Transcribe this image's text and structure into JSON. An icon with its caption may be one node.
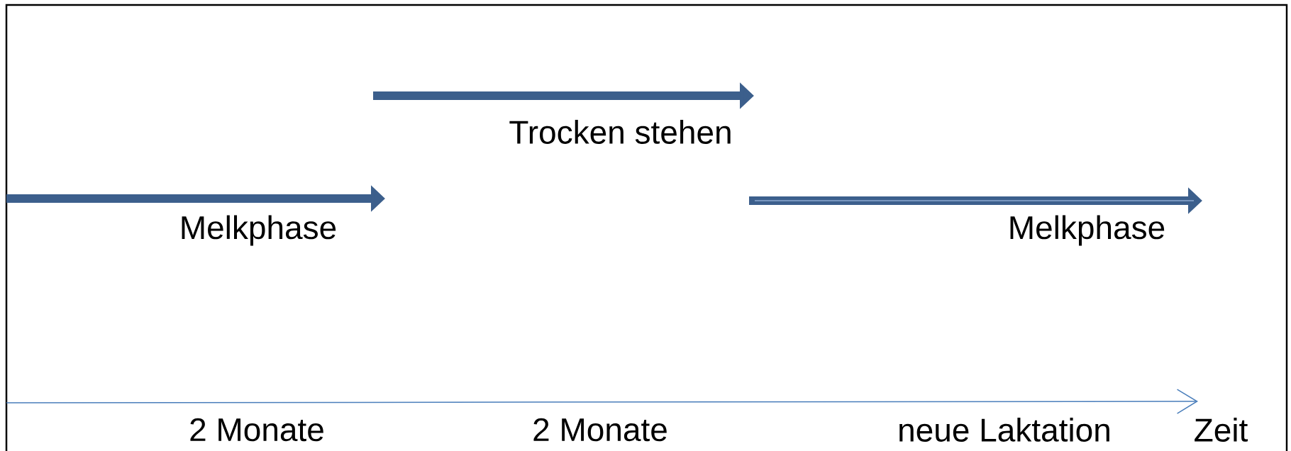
{
  "diagram": {
    "labels": [
      "Trocken stehen",
      "Melkphase",
      "Melkphase",
      "2 Monate",
      "2 Monate",
      "neue Laktation",
      "Zeit"
    ]
  }
}
